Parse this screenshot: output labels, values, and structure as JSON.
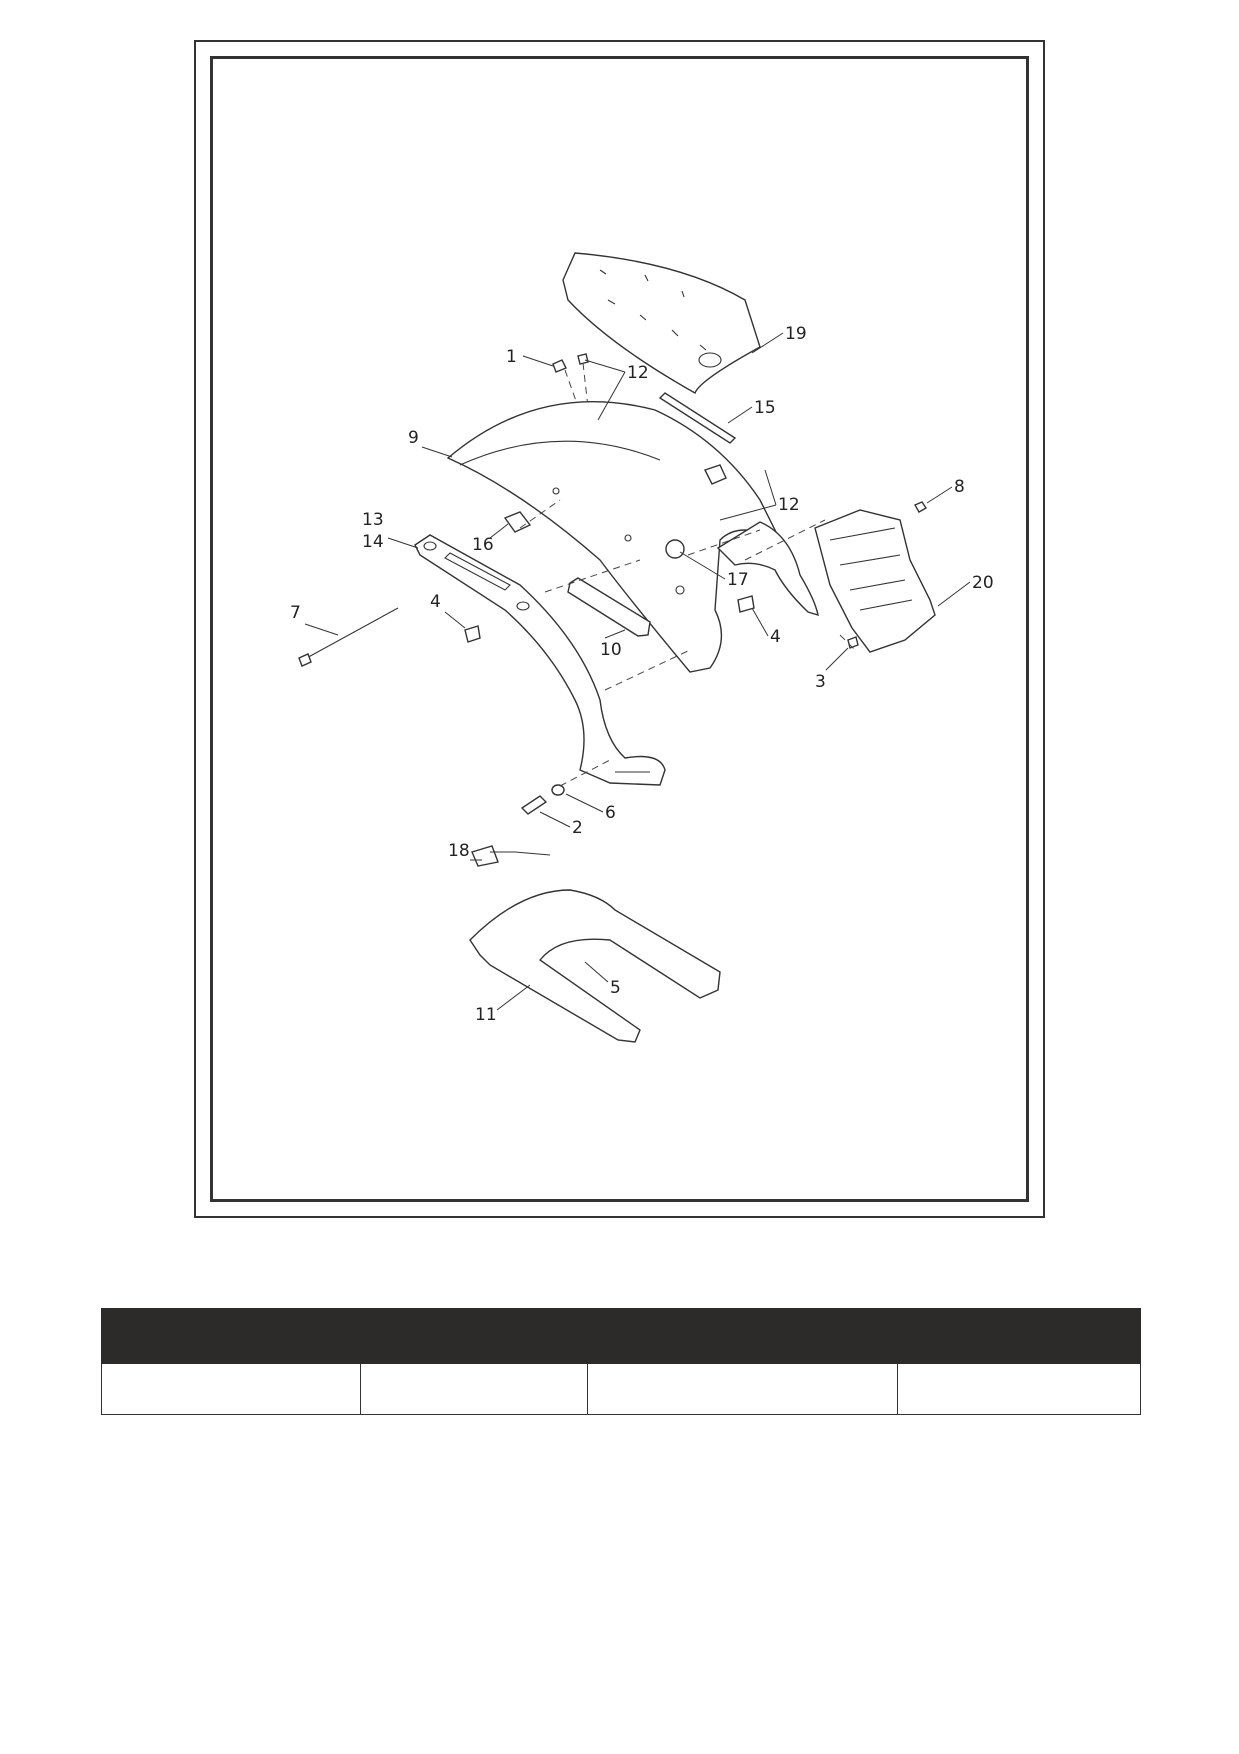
{
  "diagram": {
    "callouts": [
      "1",
      "12",
      "19",
      "15",
      "9",
      "12",
      "8",
      "13",
      "14",
      "16",
      "17",
      "20",
      "7",
      "4",
      "10",
      "4",
      "3",
      "6",
      "2",
      "18",
      "5",
      "11"
    ]
  },
  "table": {
    "headers": [
      "",
      "",
      "",
      ""
    ],
    "rows": [
      [
        "",
        "",
        "",
        ""
      ]
    ]
  }
}
